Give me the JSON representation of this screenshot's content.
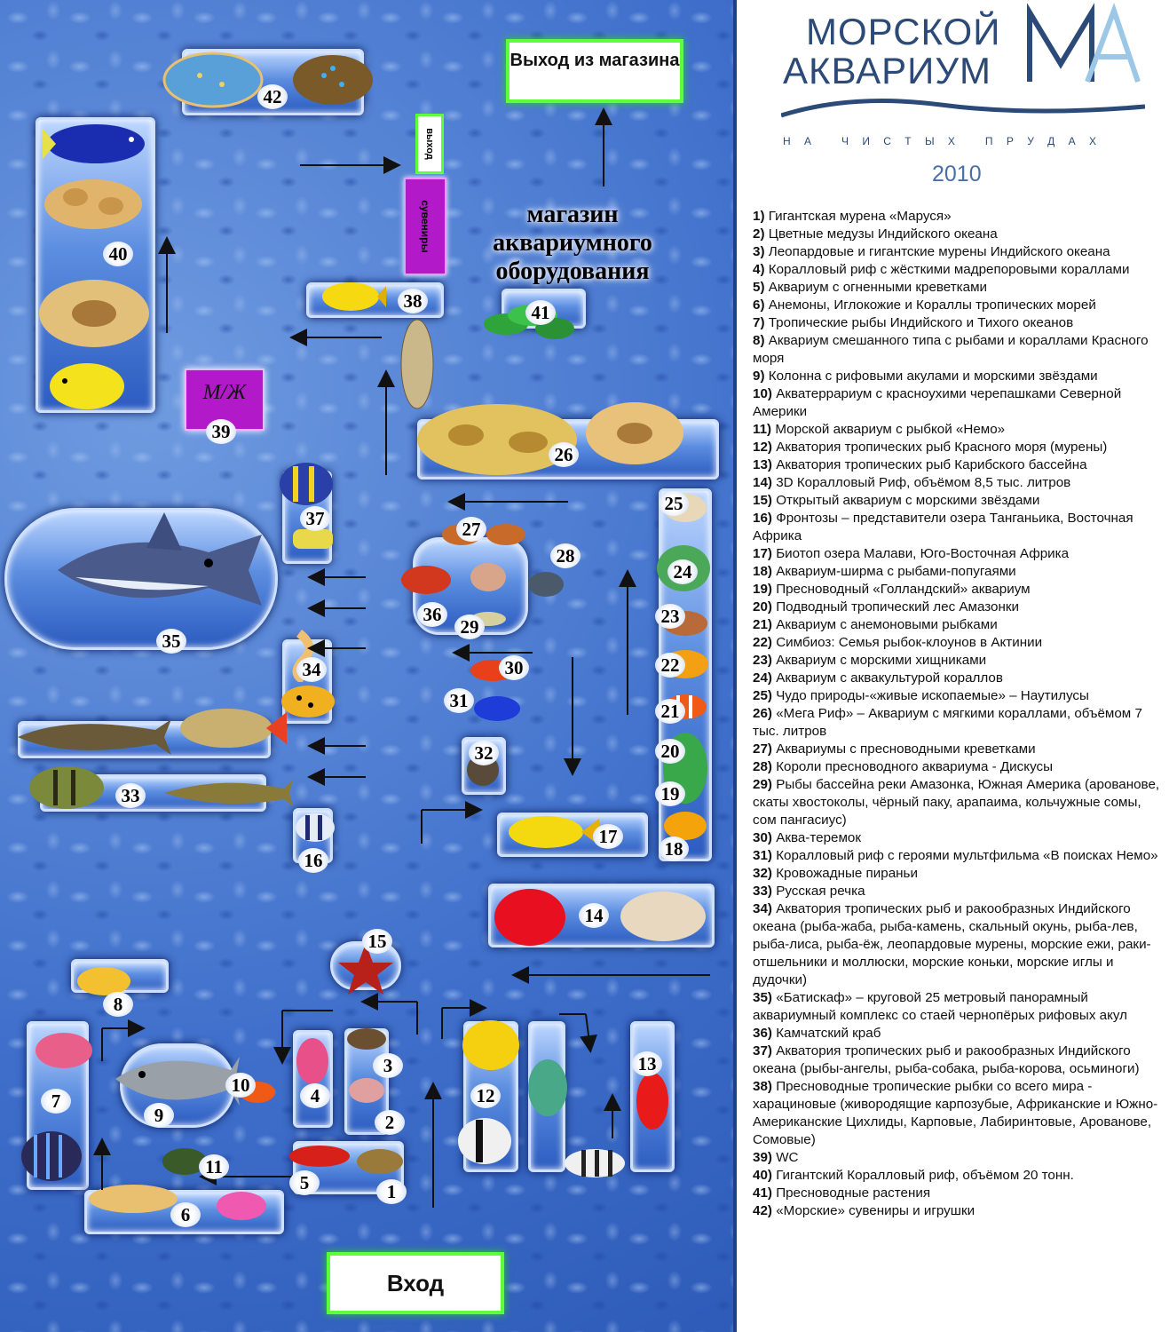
{
  "header": {
    "brand_line1": "МОРСКОЙ",
    "brand_line2": "АКВАРИУМ",
    "tagline": "Н А   Ч И С Т Ы Х   П Р У Д А Х",
    "year": "2010",
    "colors": {
      "brand_text": "#2b4a78",
      "logo_accent": "#9cc7e6",
      "year": "#4a6fa8"
    }
  },
  "map": {
    "exit_sign": "Выход из магазина",
    "entrance_sign": "Вход",
    "shop_title": "магазин аквариумного оборудования",
    "shop_exit_label": "выход",
    "souvenirs_label": "сувениры",
    "wc_label": "М/Ж",
    "colors": {
      "water": "#3f6fcb",
      "sign_border": "#5cff3a",
      "kiosk": "#b21ac9"
    }
  },
  "markers": [
    "42",
    "40",
    "38",
    "41",
    "39",
    "26",
    "25",
    "37",
    "27",
    "28",
    "24",
    "36",
    "29",
    "23",
    "35",
    "34",
    "30",
    "22",
    "31",
    "21",
    "20",
    "32",
    "33",
    "19",
    "17",
    "16",
    "18",
    "14",
    "15",
    "8",
    "7",
    "9",
    "10",
    "4",
    "3",
    "2",
    "12",
    "13",
    "11",
    "5",
    "1",
    "6"
  ],
  "legend": [
    {
      "n": "1)",
      "t": "Гигантская мурена «Маруся»"
    },
    {
      "n": "2)",
      "t": "Цветные медузы Индийского океана"
    },
    {
      "n": "3)",
      "t": "Леопардовые и гигантские мурены Индийского океана"
    },
    {
      "n": "4)",
      "t": "Коралловый риф с жёсткими мадрепоровыми кораллами"
    },
    {
      "n": "5)",
      "t": "Аквариум с огненными креветками"
    },
    {
      "n": "6)",
      "t": "Анемоны, Иглокожие и Кораллы тропических морей"
    },
    {
      "n": "7)",
      "t": "Тропические рыбы Индийского и Тихого океанов"
    },
    {
      "n": "8)",
      "t": "Аквариум смешанного типа с рыбами и кораллами Красного моря"
    },
    {
      "n": "9)",
      "t": "Колонна с рифовыми акулами и морскими звёздами"
    },
    {
      "n": "10)",
      "t": "Акватеррариум с красноухими черепашками Северной Америки"
    },
    {
      "n": "11)",
      "t": "Морской аквариум с рыбкой «Немо»"
    },
    {
      "n": "12)",
      "t": "Акватория тропических рыб Красного моря (мурены)"
    },
    {
      "n": "13)",
      "t": "Акватория тропических рыб Карибского бассейна"
    },
    {
      "n": "14)",
      "t": "3D Коралловый Риф, объёмом 8,5 тыс. литров"
    },
    {
      "n": "15)",
      "t": "Открытый аквариум с морскими звёздами"
    },
    {
      "n": "16)",
      "t": "Фронтозы – представители озера Танганьика, Восточная Африка"
    },
    {
      "n": "17)",
      "t": "Биотоп озера Малави, Юго-Восточная Африка"
    },
    {
      "n": "18)",
      "t": "Аквариум-ширма с рыбами-попугаями"
    },
    {
      "n": "19)",
      "t": "Пресноводный «Голландский» аквариум"
    },
    {
      "n": "20)",
      "t": "Подводный тропический лес Амазонки"
    },
    {
      "n": "21)",
      "t": "Аквариум с анемоновыми рыбками"
    },
    {
      "n": "22)",
      "t": "Симбиоз: Семья рыбок-клоунов в Актинии"
    },
    {
      "n": "23)",
      "t": "Аквариум с морскими хищниками"
    },
    {
      "n": "24)",
      "t": "Аквариум с аквакультурой кораллов"
    },
    {
      "n": "25)",
      "t": "Чудо природы-«живые ископаемые» – Наутилусы"
    },
    {
      "n": "26)",
      "t": "«Мега Риф» – Аквариум с мягкими кораллами, объёмом 7 тыс. литров"
    },
    {
      "n": "27)",
      "t": "Аквариумы с пресноводными креветками"
    },
    {
      "n": "28)",
      "t": "Короли пресноводного аквариума - Дискусы"
    },
    {
      "n": "29)",
      "t": "Рыбы бассейна реки Амазонка, Южная Америка (арованове, скаты хвостоколы, чёрный паку, арапаима, кольчужные сомы, сом пангасиус)"
    },
    {
      "n": "30)",
      "t": "Аква-теремок"
    },
    {
      "n": "31)",
      "t": "Коралловый риф с героями мультфильма «В поисках Немо»"
    },
    {
      "n": "32)",
      "t": "Кровожадные пираньи"
    },
    {
      "n": "33)",
      "t": "Русская речка"
    },
    {
      "n": "34)",
      "t": "Акватория тропических рыб и ракообразных Индийского океана (рыба-жаба, рыба-камень, скальный окунь, рыба-лев, рыба-лиса, рыба-ёж, леопардовые мурены, морские ежи, раки-отшельники и моллюски, морские коньки, морские иглы и дудочки)"
    },
    {
      "n": "35)",
      "t": "«Батискаф» – круговой 25 метровый панорамный аквариумный комплекс со стаей чернопёрых рифовых акул"
    },
    {
      "n": "36)",
      "t": "Камчатский краб"
    },
    {
      "n": "37)",
      "t": "Акватория тропических рыб и ракообразных Индийского океана (рыбы-ангелы, рыба-собака, рыба-корова, осьминоги)"
    },
    {
      "n": "38)",
      "t": "Пресноводные тропические рыбки со всего мира - харациновые (живородящие карпозубые, Африканские и Южно-Американские Цихлиды, Карповые, Лабиринтовые, Арованове, Сомовые)"
    },
    {
      "n": "39)",
      "t": "WC"
    },
    {
      "n": "40)",
      "t": "Гигантский Коралловый риф, объёмом 20 тонн."
    },
    {
      "n": "41)",
      "t": "Пресноводные растения"
    },
    {
      "n": "42)",
      "t": "«Морские» сувениры и игрушки"
    }
  ]
}
